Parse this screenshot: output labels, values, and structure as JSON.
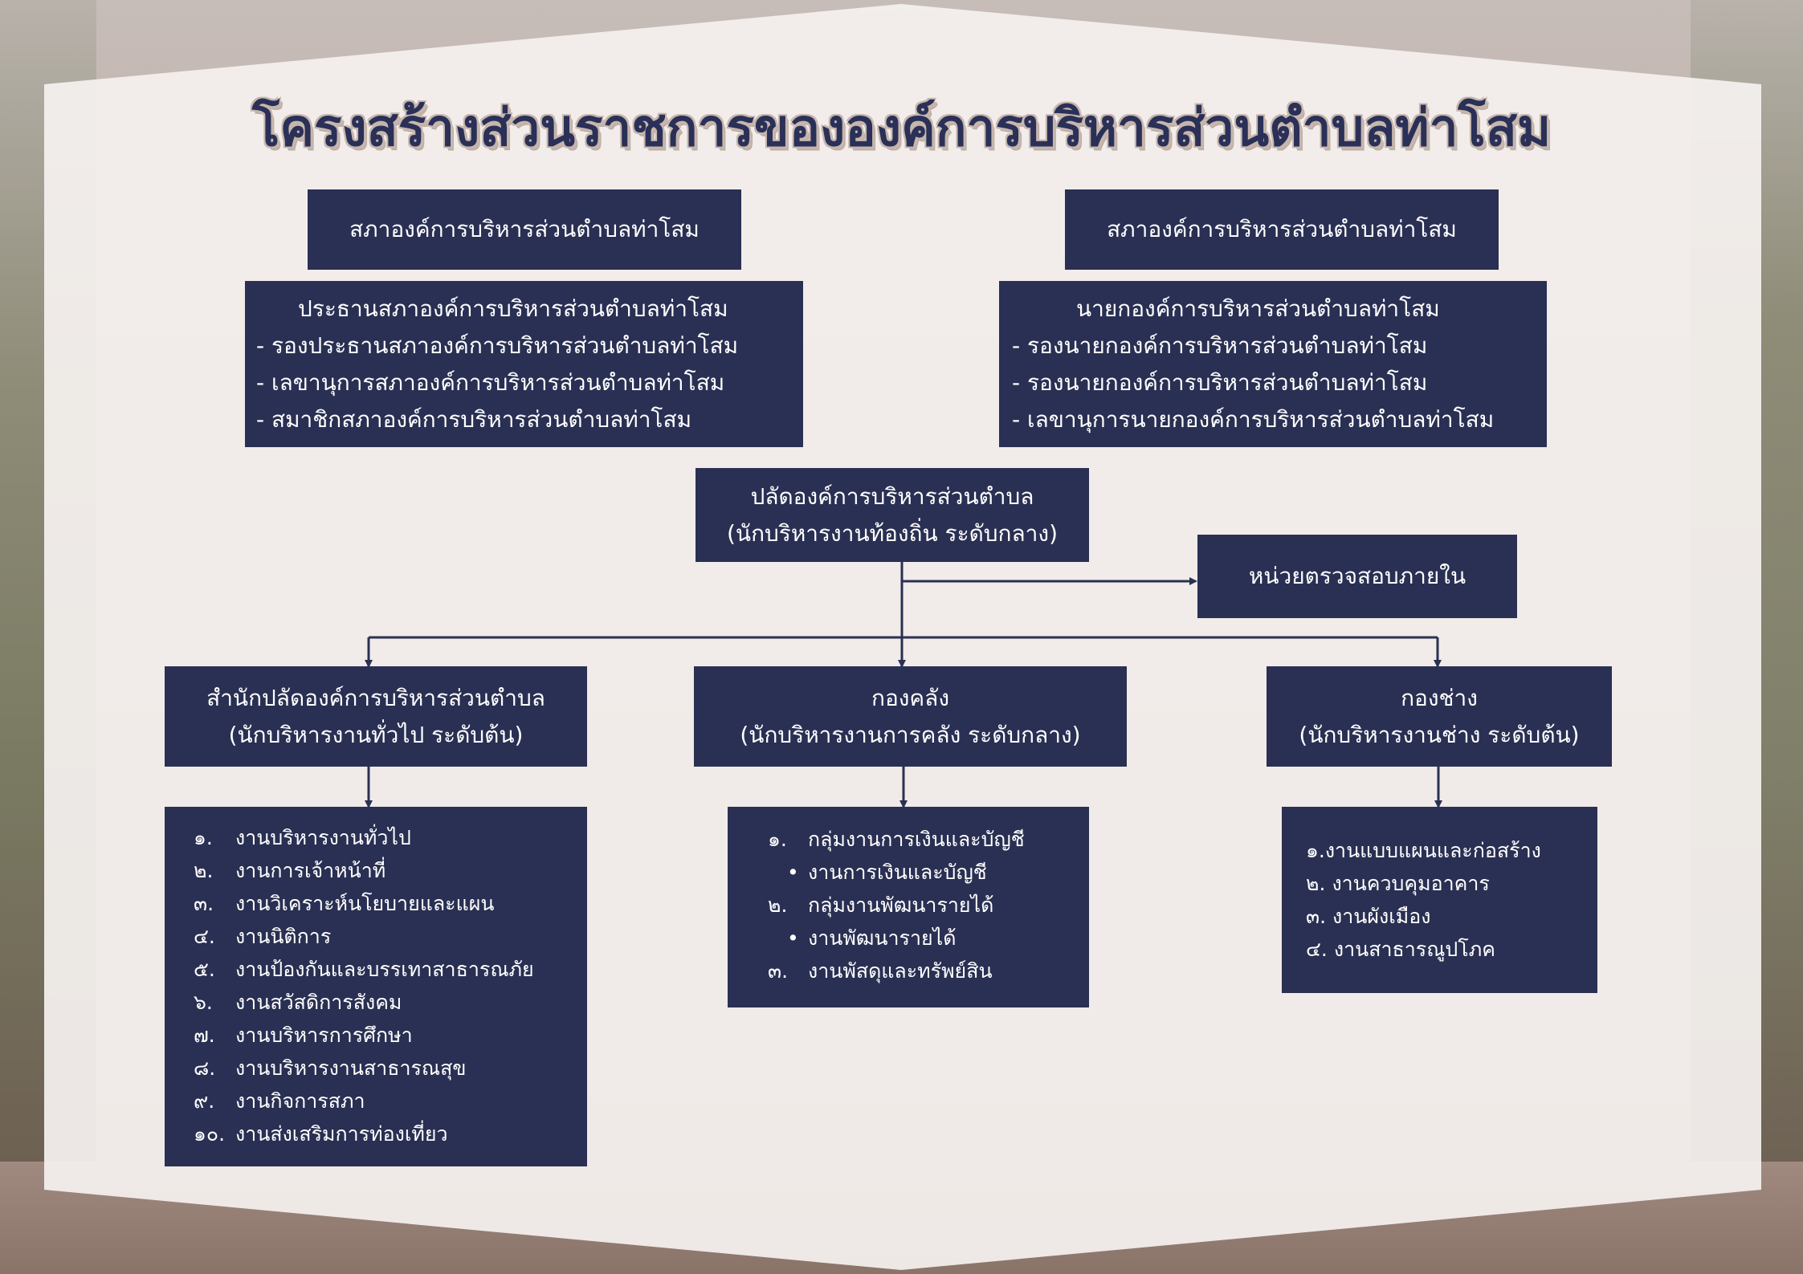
{
  "title": "โครงสร้างส่วนราชการขององค์การบริหารส่วนตำบลท่าโสม",
  "council": {
    "header": "สภาองค์การบริหารส่วนตำบลท่าโสม",
    "members": [
      "ประธานสภาองค์การบริหารส่วนตำบลท่าโสม",
      "- รองประธานสภาองค์การบริหารส่วนตำบลท่าโสม",
      "- เลขานุการสภาองค์การบริหารส่วนตำบลท่าโสม",
      "- สมาชิกสภาองค์การบริหารส่วนตำบลท่าโสม"
    ]
  },
  "executive": {
    "header": "สภาองค์การบริหารส่วนตำบลท่าโสม",
    "members": [
      "นายกองค์การบริหารส่วนตำบลท่าโสม",
      "- รองนายกองค์การบริหารส่วนตำบลท่าโสม",
      "- รองนายกองค์การบริหารส่วนตำบลท่าโสม",
      "- เลขานุการนายกองค์การบริหารส่วนตำบลท่าโสม"
    ]
  },
  "chief": {
    "line1": "ปลัดองค์การบริหารส่วนตำบล",
    "line2": "(นักบริหารงานท้องถิ่น ระดับกลาง)"
  },
  "audit": {
    "label": "หน่วยตรวจสอบภายใน"
  },
  "departments": [
    {
      "name": "สำนักปลัดองค์การบริหารส่วนตำบล",
      "role": "(นักบริหารงานทั่วไป  ระดับต้น)",
      "tasks": [
        {
          "num": "๑.",
          "text": "งานบริหารงานทั่วไป"
        },
        {
          "num": "๒.",
          "text": "งานการเจ้าหน้าที่"
        },
        {
          "num": "๓.",
          "text": "งานวิเคราะห์นโยบายและแผน"
        },
        {
          "num": "๔.",
          "text": "งานนิติการ"
        },
        {
          "num": "๕.",
          "text": "งานป้องกันและบรรเทาสาธารณภัย"
        },
        {
          "num": "๖.",
          "text": "งานสวัสดิการสังคม"
        },
        {
          "num": "๗.",
          "text": "งานบริหารการศึกษา"
        },
        {
          "num": "๘.",
          "text": "งานบริหารงานสาธารณสุข"
        },
        {
          "num": "๙.",
          "text": "งานกิจการสภา"
        },
        {
          "num": "๑๐.",
          "text": "งานส่งเสริมการท่องเที่ยว"
        }
      ]
    },
    {
      "name": "กองคลัง",
      "role": "(นักบริหารงานการคลัง  ระดับกลาง)",
      "tasks": [
        {
          "num": "๑.",
          "text": "กลุ่มงานการเงินและบัญชี"
        },
        {
          "num": "•",
          "text": "งานการเงินและบัญชี"
        },
        {
          "num": "๒.",
          "text": "กลุ่มงานพัฒนารายได้"
        },
        {
          "num": "•",
          "text": "งานพัฒนารายได้"
        },
        {
          "num": "๓.",
          "text": "งานพัสดุและทรัพย์สิน"
        }
      ]
    },
    {
      "name": "กองช่าง",
      "role": "(นักบริหารงานช่าง  ระดับต้น)",
      "tasks": [
        {
          "num": "๑.",
          "text": "งานแบบแผนและก่อสร้าง"
        },
        {
          "num": "๒.",
          "text": "งานควบคุมอาคาร"
        },
        {
          "num": "๓.",
          "text": "งานผังเมือง"
        },
        {
          "num": "๔.",
          "text": "งานสาธารณูปโภค"
        }
      ]
    }
  ],
  "colors": {
    "box": "#2a3053",
    "panel": "#f5f1ef",
    "title": "#2a3057",
    "connector": "#2a3053"
  }
}
